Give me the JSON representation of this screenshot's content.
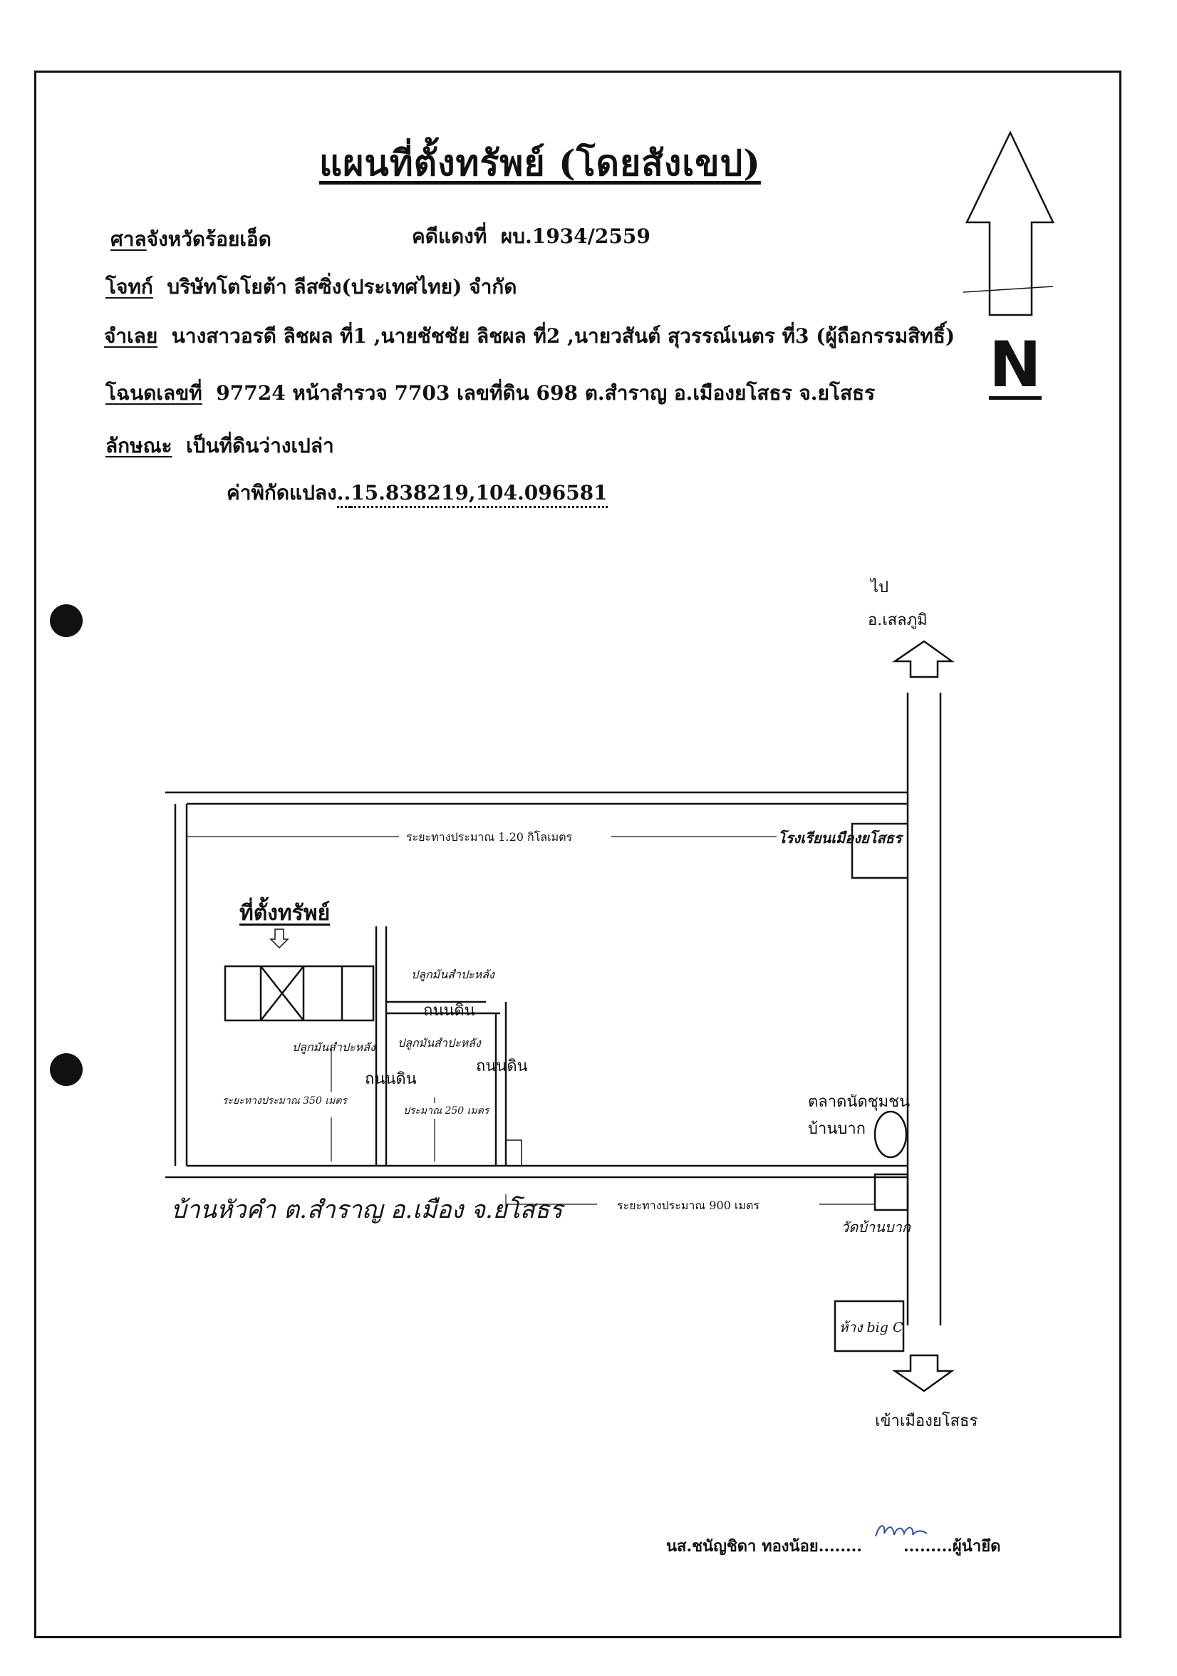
{
  "title": "แผนที่ตั้งทรัพย์ (โดยสังเขป)",
  "court": {
    "label": "ศาล",
    "value": "จังหวัดร้อยเอ็ด"
  },
  "case": {
    "label": "คดีแดงที่",
    "value": "ผบ.1934/2559"
  },
  "plaintiff": {
    "label": "โจทก์",
    "value": "บริษัทโตโยต้า ลีสซิ่ง(ประเทศไทย) จำกัด"
  },
  "defendant": {
    "label": "จำเลย",
    "value": "นางสาวอรดี ลิชผล ที่1 ,นายชัชชัย ลิชผล ที่2 ,นายวสันต์ สุวรรณ์เนตร ที่3 (ผู้ถือกรรมสิทธิ์)"
  },
  "deed": {
    "label": "โฉนดเลขที่",
    "value": "97724 หน้าสำรวจ 7703 เลขที่ดิน 698 ต.สำราญ อ.เมืองยโสธร จ.ยโสธร"
  },
  "character": {
    "label": "ลักษณะ",
    "value": "เป็นที่ดินว่างเปล่า"
  },
  "coordinates": {
    "label": "ค่าพิกัดแปลง",
    "dots": "..",
    "value": "15.838219,104.096581"
  },
  "compass": {
    "letter": "N"
  },
  "map": {
    "to_top_1": "ไป",
    "to_top_2": "อ.เสลภูมิ",
    "to_bottom": "เข้าเมืองยโสธร",
    "dist_school": "ระยะทางประมาณ 1.20 กิโลเมตร",
    "school": "โรงเรียนเมืองยโสธร",
    "property_label": "ที่ตั้งทรัพย์",
    "cassava_1": "ปลูกมันสำปะหลัง",
    "cassava_2": "ปลูกมันสำปะหลัง",
    "cassava_3": "ปลูกมันสำปะหลัง",
    "dirt_road_1": "ถนนดิน",
    "dirt_road_2": "ถนนดิน",
    "dirt_road_3": "ถนนดิน",
    "dist_350": "ระยะทางประมาณ 350 เมตร",
    "dist_250": "ประมาณ 250 เมตร",
    "market_1": "ตลาดนัดชุมชน",
    "market_2": "บ้านบาก",
    "village": "บ้านหัวคำ ต.สำราญ อ.เมือง จ.ยโสธร",
    "dist_900": "ระยะทางประมาณ 900 เมตร",
    "temple": "วัดบ้านบาก",
    "mall": "ห้าง big C"
  },
  "footer": {
    "name": "นส.ชนัญชิดา ทองน้อย",
    "dots_1": "........",
    "dots_2": ".........",
    "role": "ผู้นำยึด"
  }
}
